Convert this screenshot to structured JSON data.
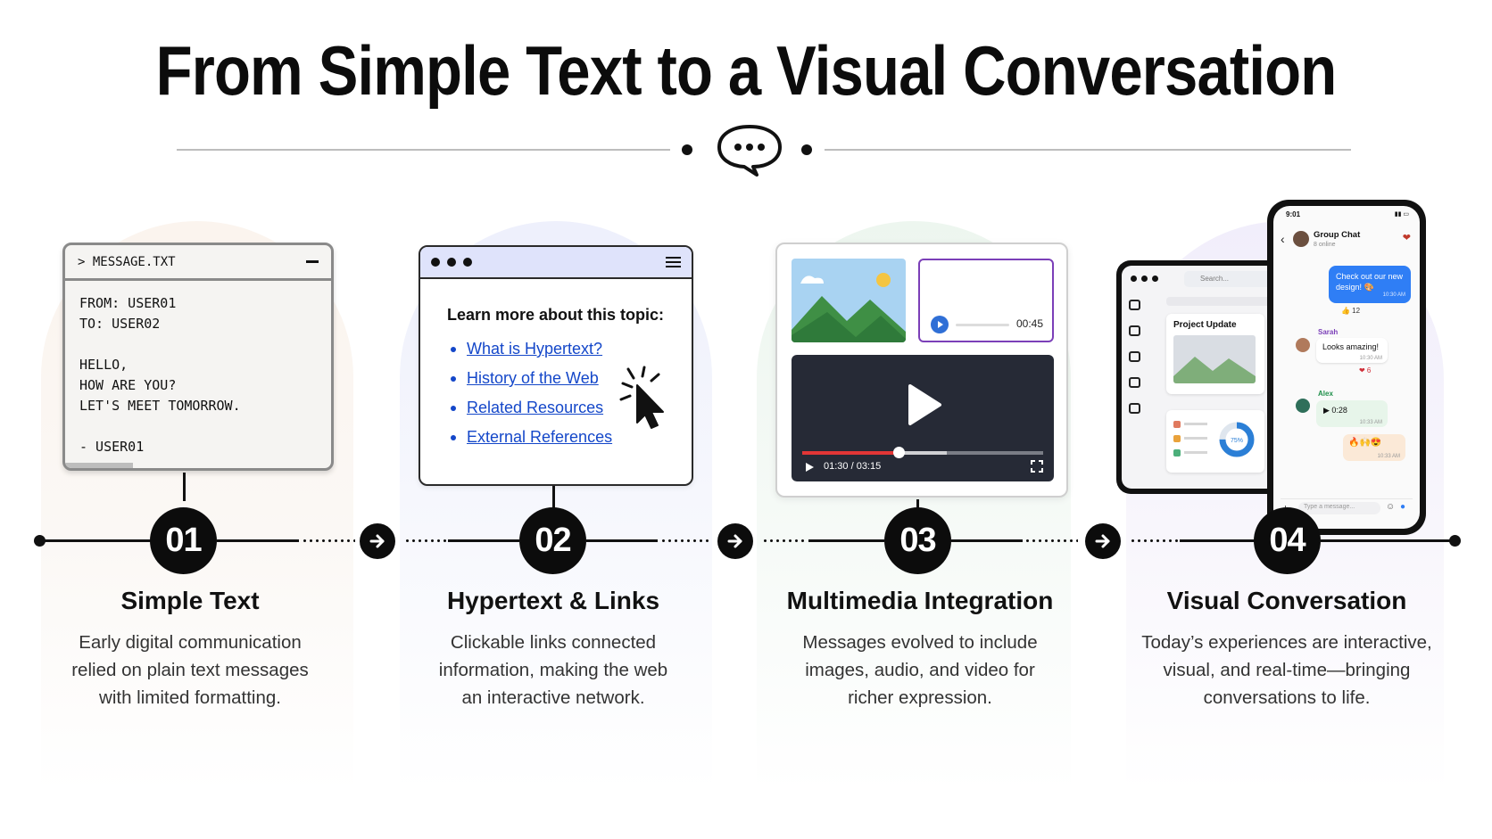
{
  "title": "From Simple Text to a Visual Conversation",
  "icons": {
    "header": "speech-bubble-icon",
    "connector": "arrow-right-icon"
  },
  "colors": {
    "link": "#1447c9",
    "audio_accent": "#7b3fb8",
    "video_progress": "#e23636",
    "chat_bubble": "#2f7ef5"
  },
  "cards": {
    "text_file": {
      "header": "> MESSAGE.TXT",
      "lines": [
        "FROM: USER01",
        "TO: USER02",
        "",
        "HELLO,",
        "HOW ARE YOU?",
        "LET'S MEET TOMORROW.",
        "",
        "- USER01"
      ]
    },
    "browser": {
      "heading": "Learn more about this topic:",
      "links": [
        "What is Hypertext?",
        "History of the Web",
        "Related Resources",
        "External References"
      ]
    },
    "media": {
      "audio_time": "00:45",
      "video_time": "01:30 / 03:15",
      "video_progress": 0.4
    },
    "devices": {
      "tablet": {
        "search_placeholder": "Search...",
        "card_title": "Project Update",
        "chart_percent": "75%"
      },
      "phone": {
        "status_time": "9:01",
        "chat_title": "Group Chat",
        "online": "8 online",
        "msg1": "Check out our new design! 🎨",
        "msg1_time": "10:30 AM",
        "msg1_reaction": "👍 12",
        "sarah_name": "Sarah",
        "sarah_msg": "Looks amazing!",
        "sarah_time": "10:30 AM",
        "sarah_reaction": "❤ 6",
        "alex_name": "Alex",
        "alex_audio": "0:28",
        "alex_time": "10:33 AM",
        "emoji_msg": "🔥🙌😍",
        "emoji_time": "10:33 AM",
        "input_placeholder": "Type a message..."
      }
    }
  },
  "steps": [
    {
      "number": "01",
      "title": "Simple Text",
      "desc_lines": [
        "Early digital communication",
        "relied on plain text messages",
        "with limited formatting."
      ]
    },
    {
      "number": "02",
      "title": "Hypertext & Links",
      "desc_lines": [
        "Clickable links connected",
        "information, making the web",
        "an interactive network."
      ]
    },
    {
      "number": "03",
      "title": "Multimedia Integration",
      "desc_lines": [
        "Messages evolved to include",
        "images, audio, and video for",
        "richer expression."
      ]
    },
    {
      "number": "04",
      "title": "Visual Conversation",
      "desc_lines": [
        "Today’s experiences are interactive,",
        "visual, and real-time—bringing",
        "conversations to life."
      ]
    }
  ]
}
